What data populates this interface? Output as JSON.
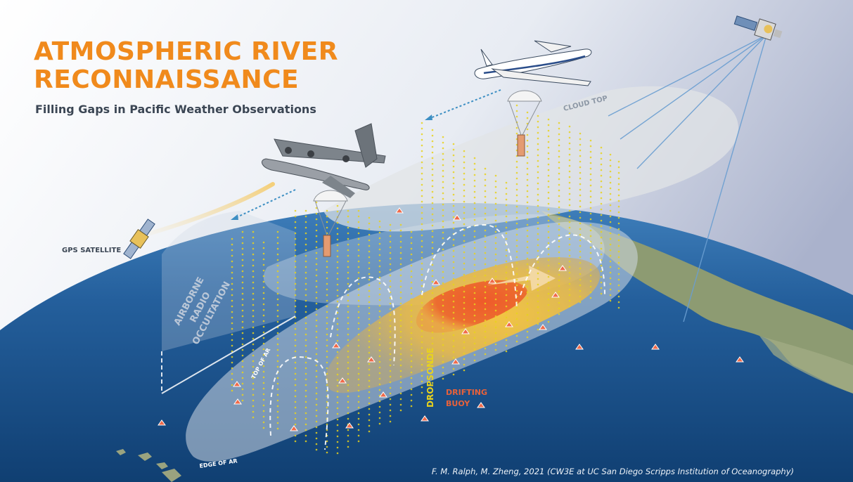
{
  "title_line1": "ATMOSPHERIC RIVER",
  "title_line2": "RECONNAISSANCE",
  "subtitle": "Filling Gaps in Pacific  Weather Observations",
  "labels": {
    "cloud_top": "CLOUD TOP",
    "gps_satellite": "GPS SATELLITE",
    "airborne_1": "AIRBORNE",
    "airborne_2": "RADIO",
    "airborne_3": "OCCULTATION",
    "top_of_ar": "TOP OF AR",
    "edge_of_ar": "EDGE OF AR",
    "dropsonde": "DROPSONDE",
    "drifting_1": "DRIFTING",
    "drifting_2": "BUOY"
  },
  "credit": "F. M. Ralph, M. Zheng, 2021 (CW3E at UC San Diego Scripps Institution of Oceanography)",
  "colors": {
    "title": "#f08a1c",
    "ocean": "#1f5b96",
    "land": "#8c9b72",
    "dropsonde": "#e8d21d",
    "buoy": "#e8613a",
    "ar_core": "#e8582a"
  }
}
